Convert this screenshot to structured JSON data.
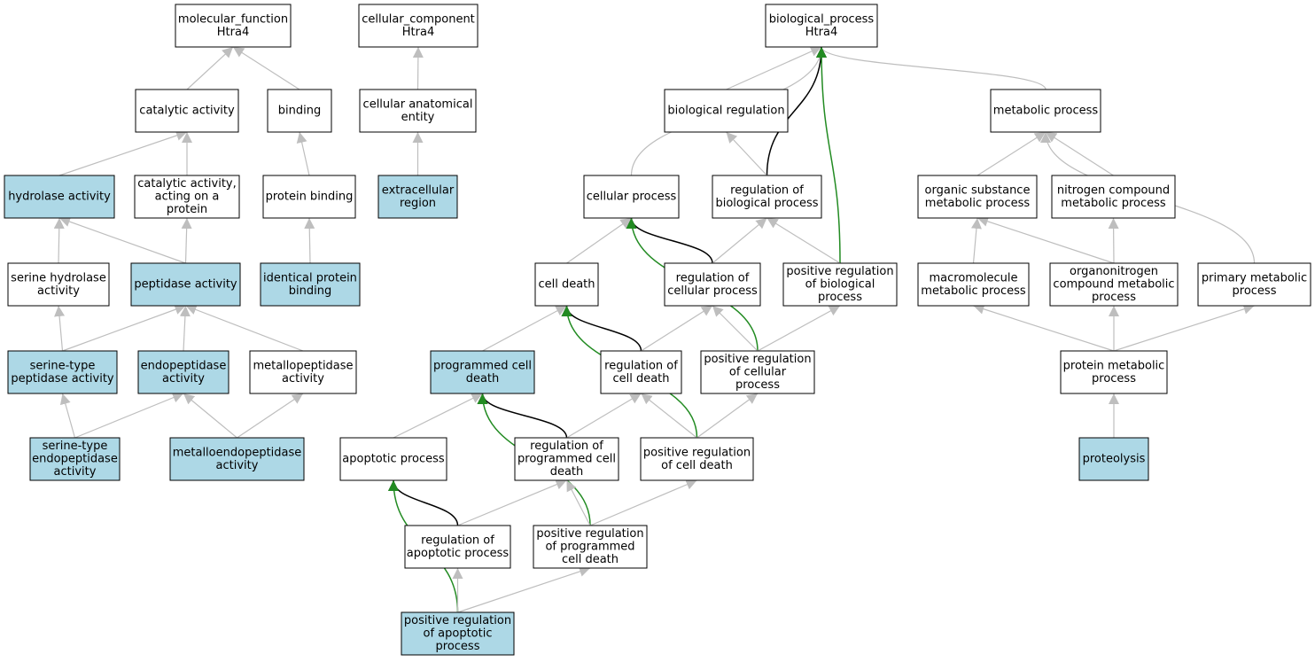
{
  "colors": {
    "highlight_fill": "#add8e6",
    "default_fill": "#ffffff",
    "stroke": "#000000",
    "edge_gray": "#bebebe",
    "edge_black": "#000000",
    "edge_green": "#228b22"
  },
  "nodes": [
    {
      "id": "mf",
      "lines": [
        "molecular_function",
        "Htra4"
      ],
      "highlight": false
    },
    {
      "id": "cc",
      "lines": [
        "cellular_component",
        "Htra4"
      ],
      "highlight": false
    },
    {
      "id": "bp",
      "lines": [
        "biological_process",
        "Htra4"
      ],
      "highlight": false
    },
    {
      "id": "catalytic",
      "lines": [
        "catalytic activity"
      ],
      "highlight": false
    },
    {
      "id": "binding",
      "lines": [
        "binding"
      ],
      "highlight": false
    },
    {
      "id": "anatomical",
      "lines": [
        "cellular anatomical",
        "entity"
      ],
      "highlight": false
    },
    {
      "id": "bioreg",
      "lines": [
        "biological regulation"
      ],
      "highlight": false
    },
    {
      "id": "metabolic",
      "lines": [
        "metabolic process"
      ],
      "highlight": false
    },
    {
      "id": "hydrolase",
      "lines": [
        "hydrolase activity"
      ],
      "highlight": true
    },
    {
      "id": "catprot",
      "lines": [
        "catalytic activity,",
        "acting on a",
        "protein"
      ],
      "highlight": false
    },
    {
      "id": "protbind",
      "lines": [
        "protein binding"
      ],
      "highlight": false
    },
    {
      "id": "extracell",
      "lines": [
        "extracellular",
        "region"
      ],
      "highlight": true
    },
    {
      "id": "cellproc",
      "lines": [
        "cellular process"
      ],
      "highlight": false
    },
    {
      "id": "regbio",
      "lines": [
        "regulation of",
        "biological process"
      ],
      "highlight": false
    },
    {
      "id": "orgsub",
      "lines": [
        "organic substance",
        "metabolic process"
      ],
      "highlight": false
    },
    {
      "id": "nitro",
      "lines": [
        "nitrogen compound",
        "metabolic process"
      ],
      "highlight": false
    },
    {
      "id": "serhyd",
      "lines": [
        "serine hydrolase",
        "activity"
      ],
      "highlight": false
    },
    {
      "id": "peptidase",
      "lines": [
        "peptidase activity"
      ],
      "highlight": true
    },
    {
      "id": "identprot",
      "lines": [
        "identical protein",
        "binding"
      ],
      "highlight": true
    },
    {
      "id": "celldeath",
      "lines": [
        "cell death"
      ],
      "highlight": false
    },
    {
      "id": "regcell",
      "lines": [
        "regulation of",
        "cellular process"
      ],
      "highlight": false
    },
    {
      "id": "posregbio",
      "lines": [
        "positive regulation",
        "of biological",
        "process"
      ],
      "highlight": false
    },
    {
      "id": "macromol",
      "lines": [
        "macromolecule",
        "metabolic process"
      ],
      "highlight": false
    },
    {
      "id": "organonitro",
      "lines": [
        "organonitrogen",
        "compound metabolic",
        "process"
      ],
      "highlight": false
    },
    {
      "id": "primary",
      "lines": [
        "primary metabolic",
        "process"
      ],
      "highlight": false
    },
    {
      "id": "serpep",
      "lines": [
        "serine-type",
        "peptidase activity"
      ],
      "highlight": true
    },
    {
      "id": "endopep",
      "lines": [
        "endopeptidase",
        "activity"
      ],
      "highlight": true
    },
    {
      "id": "metallopep",
      "lines": [
        "metallopeptidase",
        "activity"
      ],
      "highlight": false
    },
    {
      "id": "pcd",
      "lines": [
        "programmed cell",
        "death"
      ],
      "highlight": true
    },
    {
      "id": "regcd",
      "lines": [
        "regulation of",
        "cell death"
      ],
      "highlight": false
    },
    {
      "id": "posregcell",
      "lines": [
        "positive regulation",
        "of cellular",
        "process"
      ],
      "highlight": false
    },
    {
      "id": "protmet",
      "lines": [
        "protein metabolic",
        "process"
      ],
      "highlight": false
    },
    {
      "id": "serendo",
      "lines": [
        "serine-type",
        "endopeptidase",
        "activity"
      ],
      "highlight": true
    },
    {
      "id": "metalloendo",
      "lines": [
        "metalloendopeptidase",
        "activity"
      ],
      "highlight": true
    },
    {
      "id": "apoptotic",
      "lines": [
        "apoptotic process"
      ],
      "highlight": false
    },
    {
      "id": "regpcd",
      "lines": [
        "regulation of",
        "programmed cell",
        "death"
      ],
      "highlight": false
    },
    {
      "id": "posregcd",
      "lines": [
        "positive regulation",
        "of cell death"
      ],
      "highlight": false
    },
    {
      "id": "proteolysis",
      "lines": [
        "proteolysis"
      ],
      "highlight": true
    },
    {
      "id": "regapop",
      "lines": [
        "regulation of",
        "apoptotic process"
      ],
      "highlight": false
    },
    {
      "id": "posregpcd",
      "lines": [
        "positive regulation",
        "of programmed",
        "cell death"
      ],
      "highlight": false
    },
    {
      "id": "posregapop",
      "lines": [
        "positive regulation",
        "of apoptotic",
        "process"
      ],
      "highlight": true
    }
  ],
  "edges": [
    {
      "from": "catalytic",
      "to": "mf",
      "kind": "gray"
    },
    {
      "from": "binding",
      "to": "mf",
      "kind": "gray"
    },
    {
      "from": "anatomical",
      "to": "cc",
      "kind": "gray"
    },
    {
      "from": "bioreg",
      "to": "bp",
      "kind": "gray"
    },
    {
      "from": "metabolic",
      "to": "bp",
      "kind": "gray"
    },
    {
      "from": "cellproc",
      "to": "bp",
      "kind": "gray"
    },
    {
      "from": "regbio",
      "to": "bp",
      "kind": "black"
    },
    {
      "from": "posregbio",
      "to": "bp",
      "kind": "green"
    },
    {
      "from": "hydrolase",
      "to": "catalytic",
      "kind": "gray"
    },
    {
      "from": "catprot",
      "to": "catalytic",
      "kind": "gray"
    },
    {
      "from": "protbind",
      "to": "binding",
      "kind": "gray"
    },
    {
      "from": "extracell",
      "to": "anatomical",
      "kind": "gray"
    },
    {
      "from": "regbio",
      "to": "bioreg",
      "kind": "gray"
    },
    {
      "from": "orgsub",
      "to": "metabolic",
      "kind": "gray"
    },
    {
      "from": "nitro",
      "to": "metabolic",
      "kind": "gray"
    },
    {
      "from": "primary",
      "to": "metabolic",
      "kind": "gray"
    },
    {
      "from": "serhyd",
      "to": "hydrolase",
      "kind": "gray"
    },
    {
      "from": "peptidase",
      "to": "hydrolase",
      "kind": "gray"
    },
    {
      "from": "peptidase",
      "to": "catprot",
      "kind": "gray"
    },
    {
      "from": "identprot",
      "to": "protbind",
      "kind": "gray"
    },
    {
      "from": "celldeath",
      "to": "cellproc",
      "kind": "gray"
    },
    {
      "from": "regcell",
      "to": "cellproc",
      "kind": "black"
    },
    {
      "from": "posregcell",
      "to": "cellproc",
      "kind": "green"
    },
    {
      "from": "regcell",
      "to": "regbio",
      "kind": "gray"
    },
    {
      "from": "posregbio",
      "to": "regbio",
      "kind": "gray"
    },
    {
      "from": "macromol",
      "to": "orgsub",
      "kind": "gray"
    },
    {
      "from": "organonitro",
      "to": "orgsub",
      "kind": "gray"
    },
    {
      "from": "organonitro",
      "to": "nitro",
      "kind": "gray"
    },
    {
      "from": "serpep",
      "to": "serhyd",
      "kind": "gray"
    },
    {
      "from": "serpep",
      "to": "peptidase",
      "kind": "gray"
    },
    {
      "from": "endopep",
      "to": "peptidase",
      "kind": "gray"
    },
    {
      "from": "metallopep",
      "to": "peptidase",
      "kind": "gray"
    },
    {
      "from": "pcd",
      "to": "celldeath",
      "kind": "gray"
    },
    {
      "from": "regcd",
      "to": "celldeath",
      "kind": "black"
    },
    {
      "from": "posregcd",
      "to": "celldeath",
      "kind": "green"
    },
    {
      "from": "regcd",
      "to": "regcell",
      "kind": "gray"
    },
    {
      "from": "posregcell",
      "to": "regcell",
      "kind": "gray"
    },
    {
      "from": "posregcell",
      "to": "posregbio",
      "kind": "gray"
    },
    {
      "from": "protmet",
      "to": "macromol",
      "kind": "gray"
    },
    {
      "from": "protmet",
      "to": "organonitro",
      "kind": "gray"
    },
    {
      "from": "protmet",
      "to": "primary",
      "kind": "gray"
    },
    {
      "from": "serendo",
      "to": "serpep",
      "kind": "gray"
    },
    {
      "from": "serendo",
      "to": "endopep",
      "kind": "gray"
    },
    {
      "from": "metalloendo",
      "to": "endopep",
      "kind": "gray"
    },
    {
      "from": "metalloendo",
      "to": "metallopep",
      "kind": "gray"
    },
    {
      "from": "apoptotic",
      "to": "pcd",
      "kind": "gray"
    },
    {
      "from": "regpcd",
      "to": "pcd",
      "kind": "black"
    },
    {
      "from": "posregpcd",
      "to": "pcd",
      "kind": "green"
    },
    {
      "from": "regpcd",
      "to": "regcd",
      "kind": "gray"
    },
    {
      "from": "posregcd",
      "to": "regcd",
      "kind": "gray"
    },
    {
      "from": "posregcd",
      "to": "posregcell",
      "kind": "gray"
    },
    {
      "from": "proteolysis",
      "to": "protmet",
      "kind": "gray"
    },
    {
      "from": "regapop",
      "to": "apoptotic",
      "kind": "black"
    },
    {
      "from": "posregapop",
      "to": "apoptotic",
      "kind": "green"
    },
    {
      "from": "regapop",
      "to": "regpcd",
      "kind": "gray"
    },
    {
      "from": "posregpcd",
      "to": "regpcd",
      "kind": "gray"
    },
    {
      "from": "posregpcd",
      "to": "posregcd",
      "kind": "gray"
    },
    {
      "from": "posregapop",
      "to": "regapop",
      "kind": "gray"
    },
    {
      "from": "posregapop",
      "to": "posregpcd",
      "kind": "gray"
    }
  ]
}
